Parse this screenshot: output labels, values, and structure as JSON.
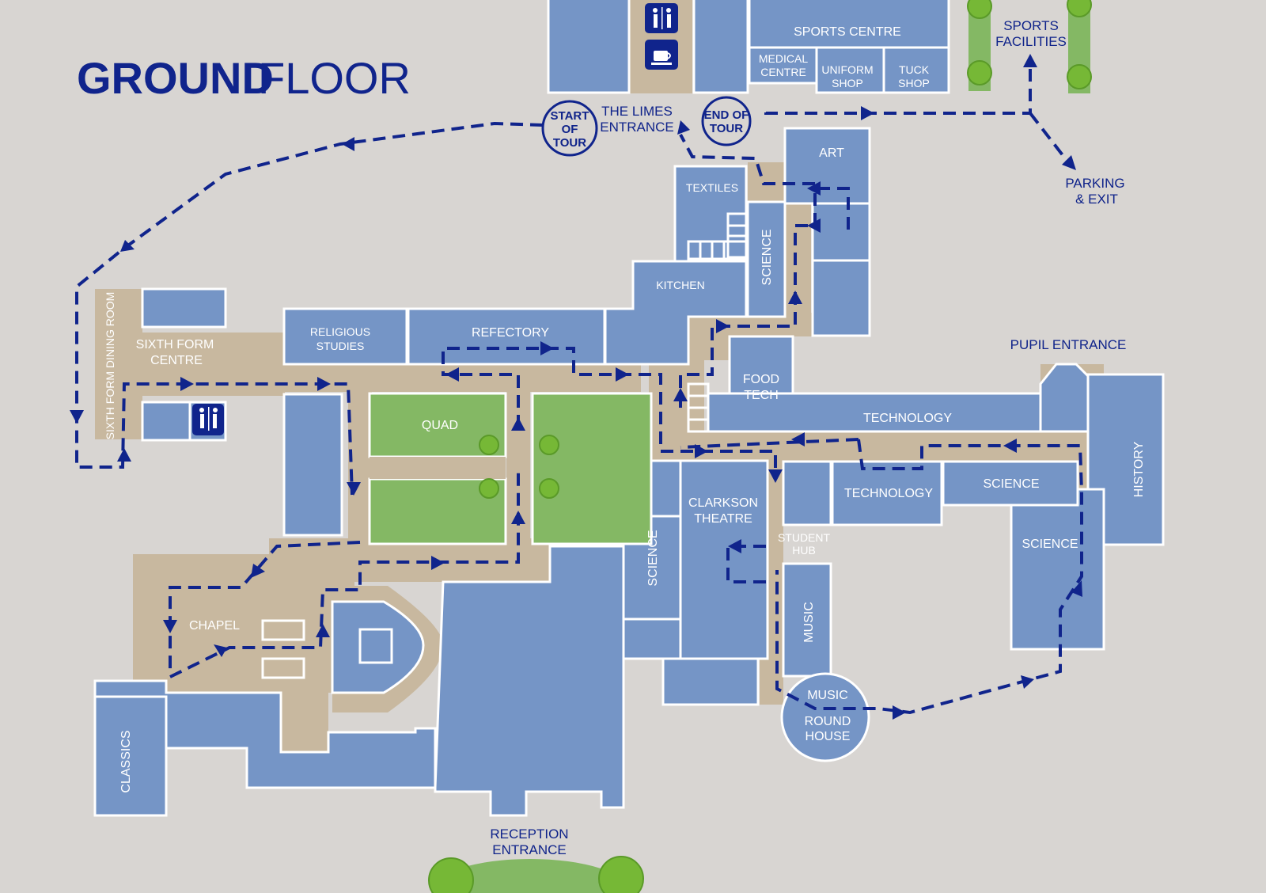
{
  "title": {
    "bold": "GROUND",
    "light": "FLOOR"
  },
  "rooms": {
    "sports_centre": "SPORTS CENTRE",
    "medical_centre": [
      "MEDICAL",
      "CENTRE"
    ],
    "uniform_shop": [
      "UNIFORM",
      "SHOP"
    ],
    "tuck_shop": [
      "TUCK",
      "SHOP"
    ],
    "art": "ART",
    "textiles": "TEXTILES",
    "science_north": "SCIENCE",
    "kitchen": "KITCHEN",
    "religious_studies": [
      "RELIGIOUS",
      "STUDIES"
    ],
    "refectory": "REFECTORY",
    "sixth_form_centre": [
      "SIXTH FORM",
      "CENTRE"
    ],
    "sixth_form_dining": "SIXTH FORM DINING ROOM",
    "quad": "QUAD",
    "food_tech": [
      "FOOD",
      "TECH"
    ],
    "technology_upper": "TECHNOLOGY",
    "technology_lower": "TECHNOLOGY",
    "science_east": "SCIENCE",
    "science_south": "SCIENCE",
    "history": "HISTORY",
    "science_west": "SCIENCE",
    "clarkson_theatre": [
      "CLARKSON",
      "THEATRE"
    ],
    "student_hub": [
      "STUDENT",
      "HUB"
    ],
    "music": "MUSIC",
    "music_round_house": [
      "MUSIC",
      "ROUND",
      "HOUSE"
    ],
    "chapel": "CHAPEL",
    "classics": "CLASSICS"
  },
  "labels": {
    "start_of_tour": [
      "START",
      "OF",
      "TOUR"
    ],
    "end_of_tour": [
      "END OF",
      "TOUR"
    ],
    "limes_entrance": [
      "THE LIMES",
      "ENTRANCE"
    ],
    "sports_facilities": [
      "SPORTS",
      "FACILITIES"
    ],
    "parking_exit": [
      "PARKING",
      "& EXIT"
    ],
    "pupil_entrance": "PUPIL ENTRANCE",
    "reception_entrance": [
      "RECEPTION",
      "ENTRANCE"
    ]
  },
  "icons": [
    "toilets-icon",
    "cafe-icon",
    "toilets-icon"
  ],
  "colors": {
    "background": "#d8d5d2",
    "room": "#7595c6",
    "corridor": "#c8b89f",
    "grass": "#84b864",
    "route": "#10248c"
  }
}
